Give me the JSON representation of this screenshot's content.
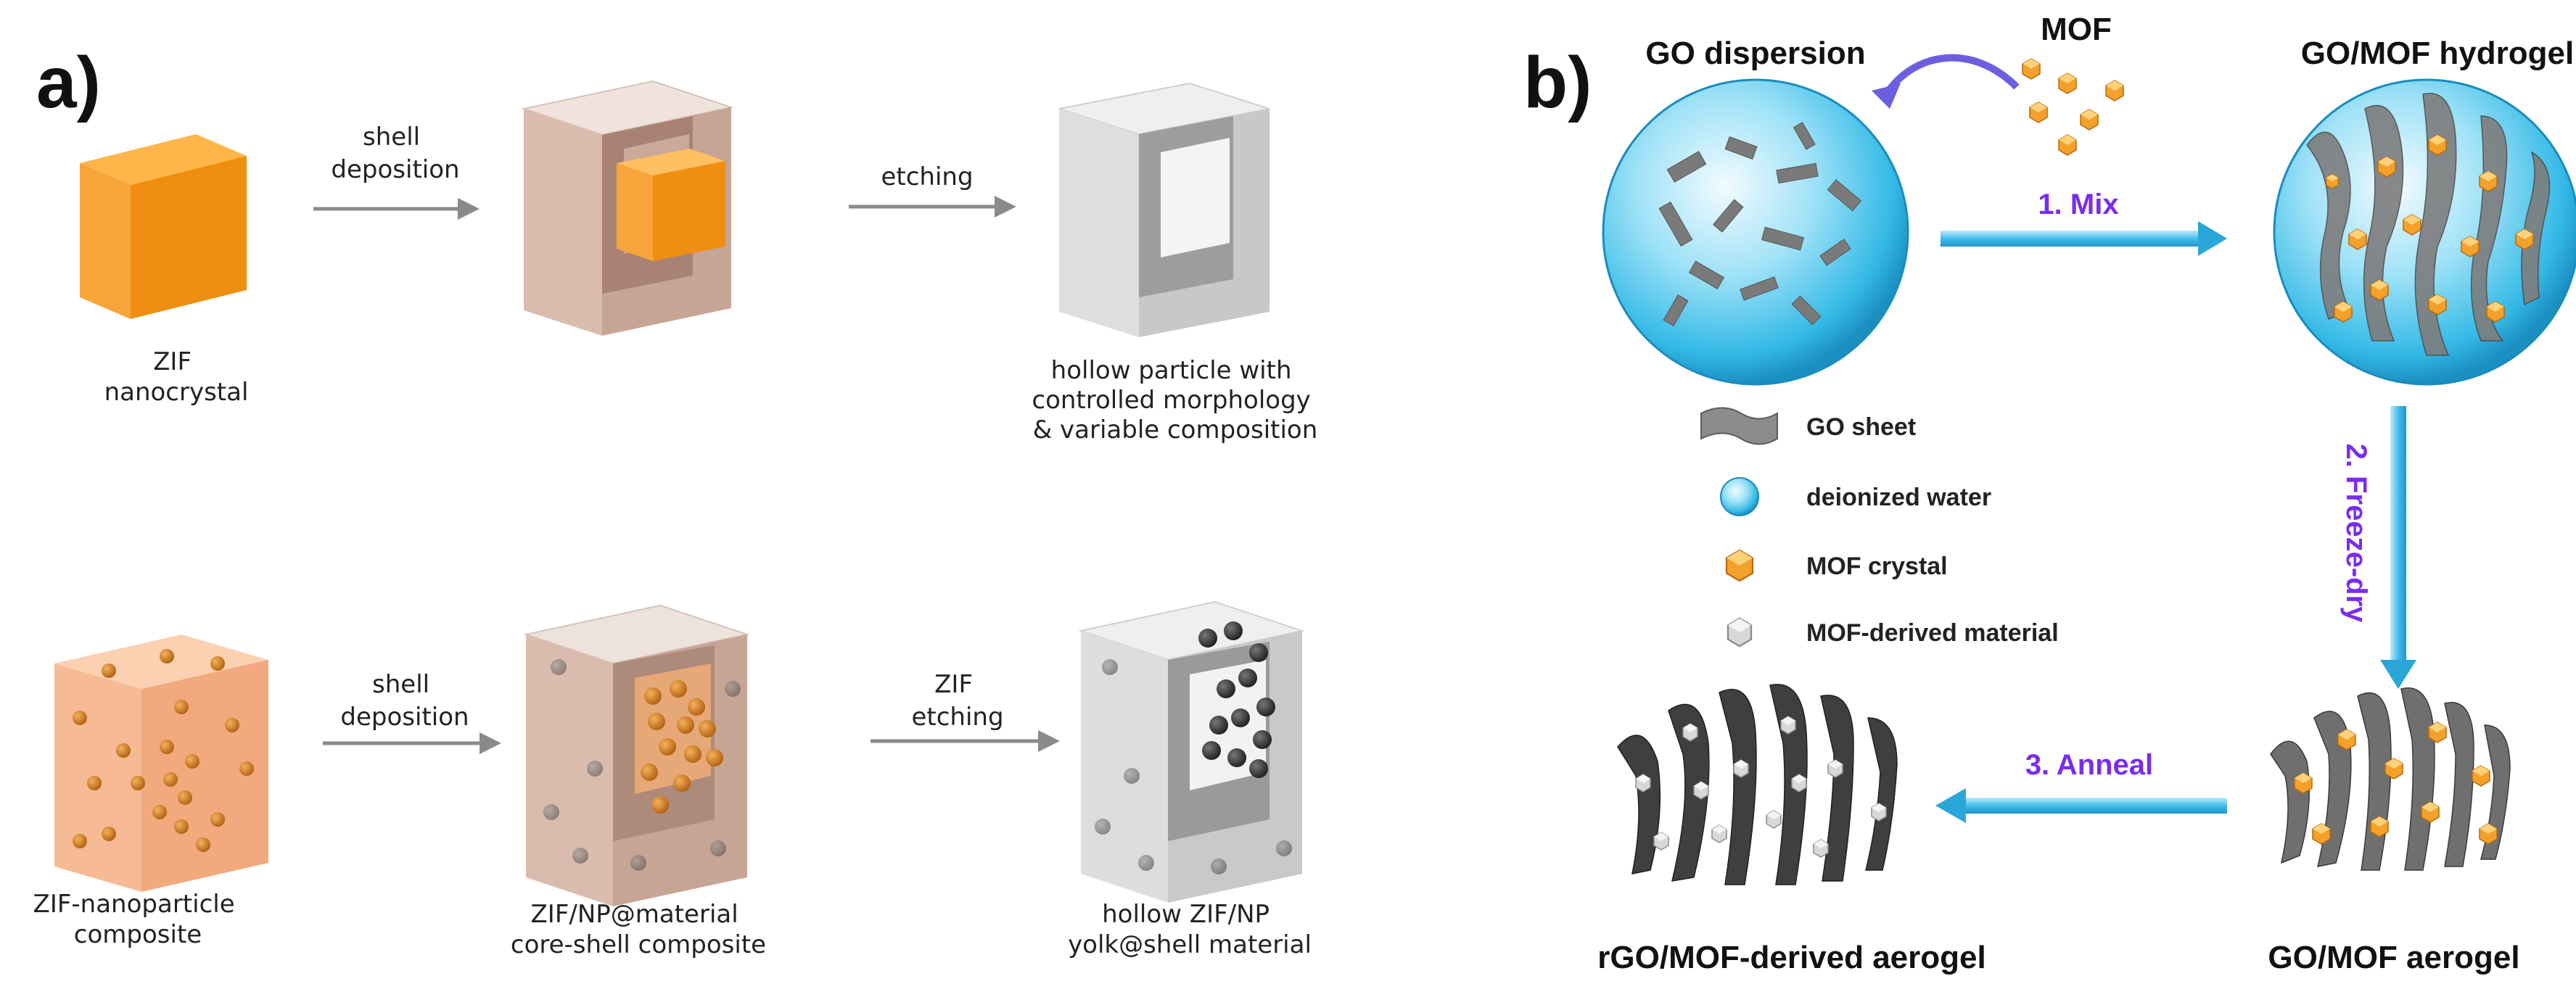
{
  "panel_a": {
    "letter": "a)",
    "top_row": {
      "cube_label": [
        "ZIF",
        "nanocrystal"
      ],
      "arrow1_label": [
        "shell",
        "deposition"
      ],
      "arrow2_label": [
        "etching"
      ],
      "result_label": [
        "hollow particle with",
        "controlled morphology",
        "& variable composition"
      ]
    },
    "bottom_row": {
      "label1": [
        "ZIF-nanoparticle",
        "composite"
      ],
      "arrow1_label": [
        "shell",
        "deposition"
      ],
      "label2": [
        "ZIF/NP@material",
        "core-shell composite"
      ],
      "arrow2_label": [
        "ZIF",
        "etching"
      ],
      "label3": [
        "hollow ZIF/NP",
        "yolk@shell material"
      ]
    }
  },
  "panel_b": {
    "letter": "b)",
    "go_dispersion": "GO dispersion",
    "mof": "MOF",
    "go_mof_hydrogel": "GO/MOF hydrogel",
    "step1": "1. Mix",
    "step2": "2. Freeze-dry",
    "step3": "3. Anneal",
    "go_mof_aerogel": "GO/MOF aerogel",
    "rgo_aerogel": "rGO/MOF-derived aerogel",
    "legend": [
      {
        "icon": "go-sheet-icon",
        "label": "GO sheet"
      },
      {
        "icon": "water-sphere-icon",
        "label": "deionized water"
      },
      {
        "icon": "mof-crystal-icon",
        "label": "MOF crystal"
      },
      {
        "icon": "mof-derived-icon",
        "label": "MOF-derived material"
      }
    ]
  },
  "colors": {
    "zif_orange": "#f39a1e",
    "shell_brown": "#c9a394",
    "gray_shell": "#cfcfcf",
    "sphere_blue": "#3cc3ee",
    "arrow_blue": "#4cc0ef",
    "step_purple": "#7a2cf0",
    "sheet_dark": "#4b4b4b"
  }
}
